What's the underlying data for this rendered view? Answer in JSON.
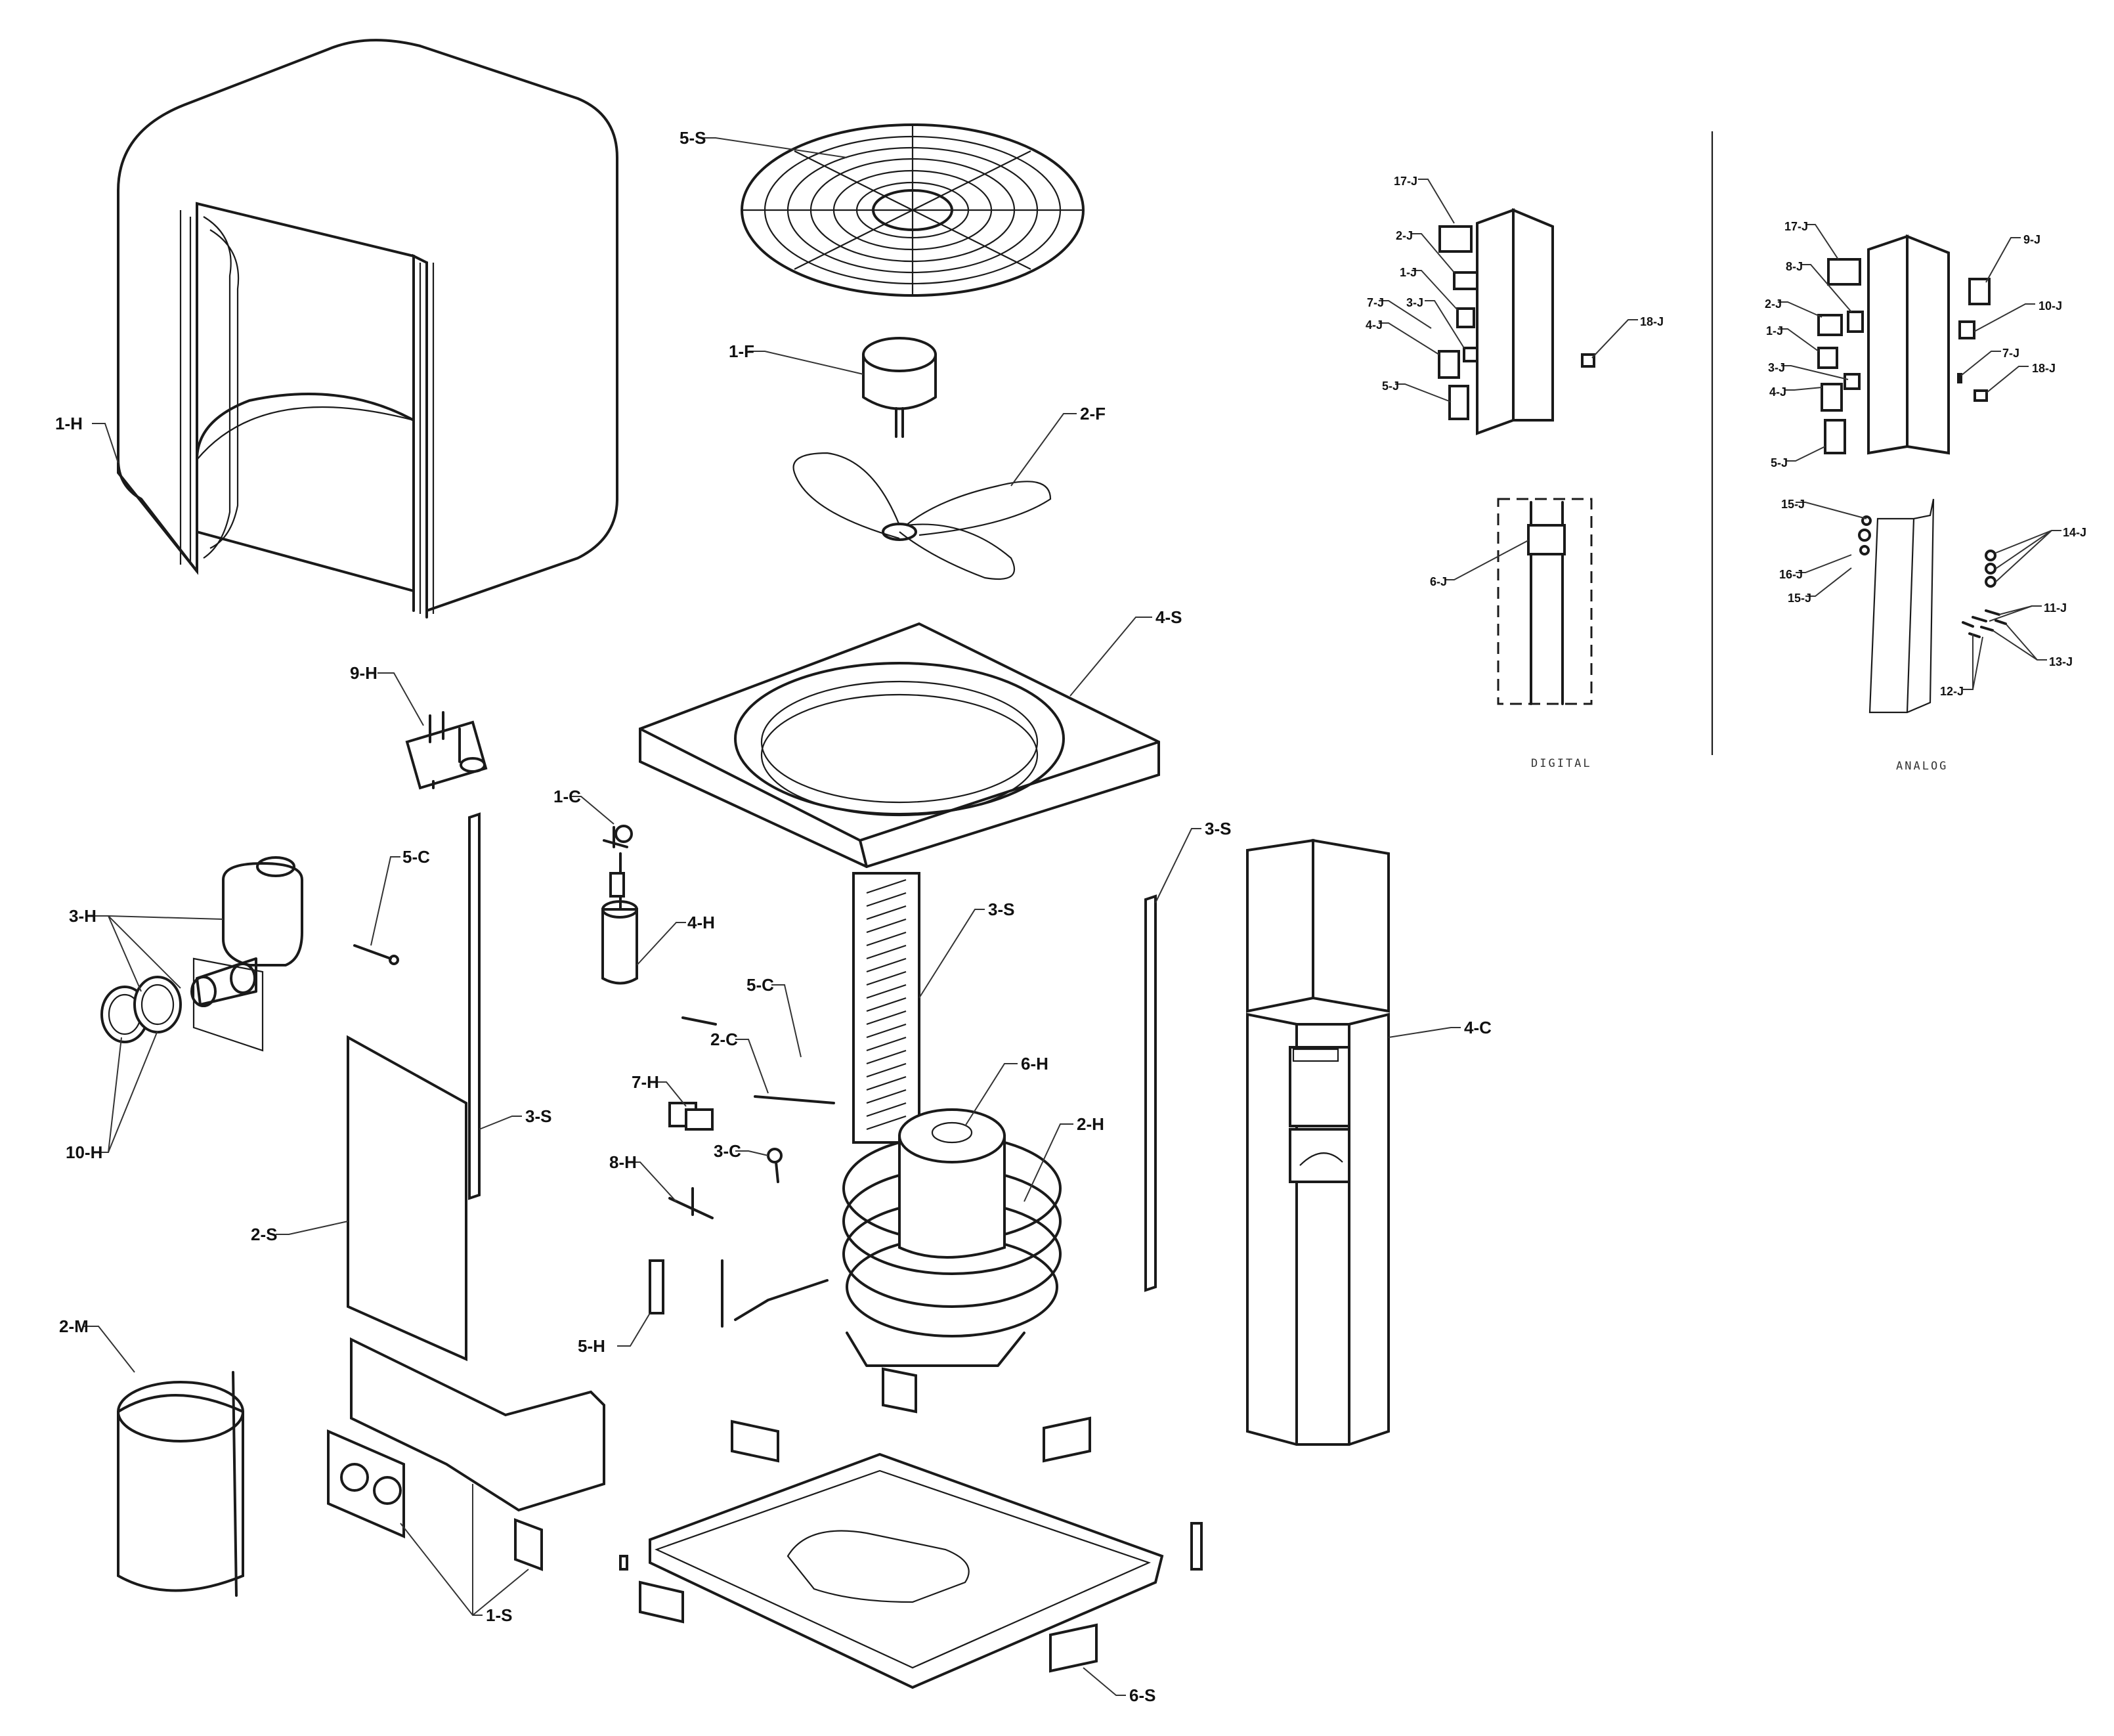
{
  "title": "Heat pump exploded parts diagram",
  "main_labels": {
    "h1": "1-H",
    "h2": "2-H",
    "h3": "3-H",
    "h4": "4-H",
    "h5": "5-H",
    "h6": "6-H",
    "h7": "7-H",
    "h8": "8-H",
    "h9": "9-H",
    "h10": "10-H",
    "s1": "1-S",
    "s2": "2-S",
    "s3": "3-S",
    "s4": "4-S",
    "s5": "5-S",
    "s6": "6-S",
    "f1": "1-F",
    "f2": "2-F",
    "c1": "1-C",
    "c2": "2-C",
    "c3": "3-C",
    "c4": "4-C",
    "c5": "5-C",
    "m2": "2-M"
  },
  "digital_panel": {
    "caption": "DIGITAL",
    "labels": {
      "j17": "17-J",
      "j2": "2-J",
      "j1": "1-J",
      "j7": "7-J",
      "j3": "3-J",
      "j4": "4-J",
      "j5": "5-J",
      "j18": "18-J",
      "j6": "6-J"
    }
  },
  "analog_panel": {
    "caption": "ANALOG",
    "labels": {
      "j17": "17-J",
      "j8": "8-J",
      "j2": "2-J",
      "j1": "1-J",
      "j3": "3-J",
      "j4": "4-J",
      "j5": "5-J",
      "j9": "9-J",
      "j10": "10-J",
      "j7": "7-J",
      "j18": "18-J",
      "j15a": "15-J",
      "j16": "16-J",
      "j15b": "15-J",
      "j14": "14-J",
      "j11": "11-J",
      "j13": "13-J",
      "j12": "12-J"
    }
  }
}
